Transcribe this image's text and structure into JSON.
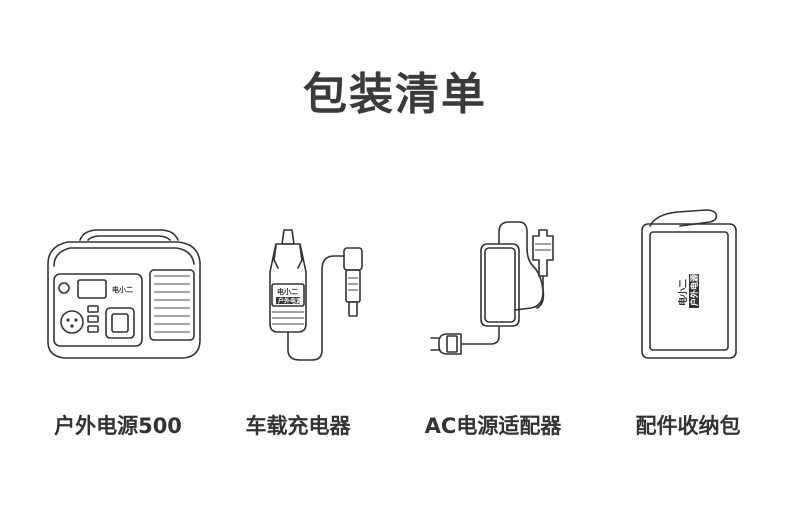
{
  "page_title": "包装清单",
  "items": [
    {
      "label": "户外电源500",
      "icon": "power-station-icon"
    },
    {
      "label": "车载充电器",
      "icon": "car-charger-icon"
    },
    {
      "label": "AC电源适配器",
      "icon": "ac-adapter-icon"
    },
    {
      "label": "配件收纳包",
      "icon": "storage-bag-icon"
    }
  ],
  "brand_logo": {
    "primary": "电小二",
    "secondary": "户外电源"
  }
}
